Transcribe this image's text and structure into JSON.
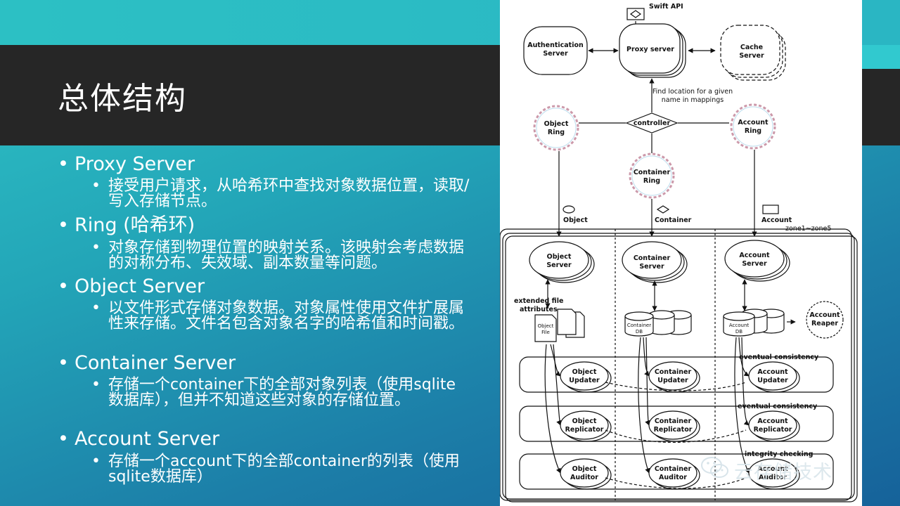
{
  "slide": {
    "title": "总体结构",
    "bullets": [
      {
        "heading": "Proxy Server",
        "detail": "接受用户请求，从哈希环中查找对象数据位置，读取/写入存储节点。"
      },
      {
        "heading": "Ring (哈希环)",
        "detail": "对象存储到物理位置的映射关系。该映射会考虑数据的对称分布、失效域、副本数量等问题。"
      },
      {
        "heading": "Object Server",
        "detail": "以文件形式存储对象数据。对象属性使用文件扩展属性来存储。文件名包含对象名字的哈希值和时间戳。"
      },
      {
        "heading": "Container Server",
        "detail": "存储一个container下的全部对象列表（使用sqlite数据库），但并不知道这些对象的存储位置。"
      },
      {
        "heading": "Account Server",
        "detail": "存储一个account下的全部container的列表（使用sqlite数据库）"
      }
    ]
  },
  "diagram": {
    "swift_api": "Swift API",
    "auth_server": [
      "Authentication",
      "Server"
    ],
    "proxy_server": "Proxy server",
    "cache_server": [
      "Cache",
      "Server"
    ],
    "find_location": [
      "Find location for  a given",
      "name in mappings"
    ],
    "controller": "controller",
    "object_ring": [
      "Object",
      "Ring"
    ],
    "account_ring": [
      "Account",
      "Ring"
    ],
    "container_ring": [
      "Container",
      "Ring"
    ],
    "object_label": "Object",
    "container_label": "Container",
    "account_label": "Account",
    "zone_label": "zone1~zone5",
    "object_server": [
      "Object",
      "Server"
    ],
    "container_server": [
      "Container",
      "Server"
    ],
    "account_server": [
      "Account",
      "Server"
    ],
    "extended_attrs": [
      "extended file",
      "attributes"
    ],
    "object_file": [
      "Object",
      "File"
    ],
    "container_db": [
      "Container",
      "DB"
    ],
    "account_db": [
      "Account",
      "DB"
    ],
    "account_reaper": [
      "Account",
      "Reaper"
    ],
    "eventual_consistency": "eventual consistency",
    "integrity_checking": "integrity checking",
    "object_updater": [
      "Object",
      "Updater"
    ],
    "container_updater": [
      "Container",
      "Updater"
    ],
    "account_updater": [
      "Account",
      "Updater"
    ],
    "object_replicator": [
      "Object",
      "Replicator"
    ],
    "container_replicator": [
      "Container",
      "Replicator"
    ],
    "account_replicator": [
      "Account",
      "Replicator"
    ],
    "object_auditor": [
      "Object",
      "Auditor"
    ],
    "container_auditor": [
      "Container",
      "Auditor"
    ],
    "account_auditor": [
      "Account",
      "Auditor"
    ]
  },
  "watermark": {
    "text": "云存储技术"
  }
}
